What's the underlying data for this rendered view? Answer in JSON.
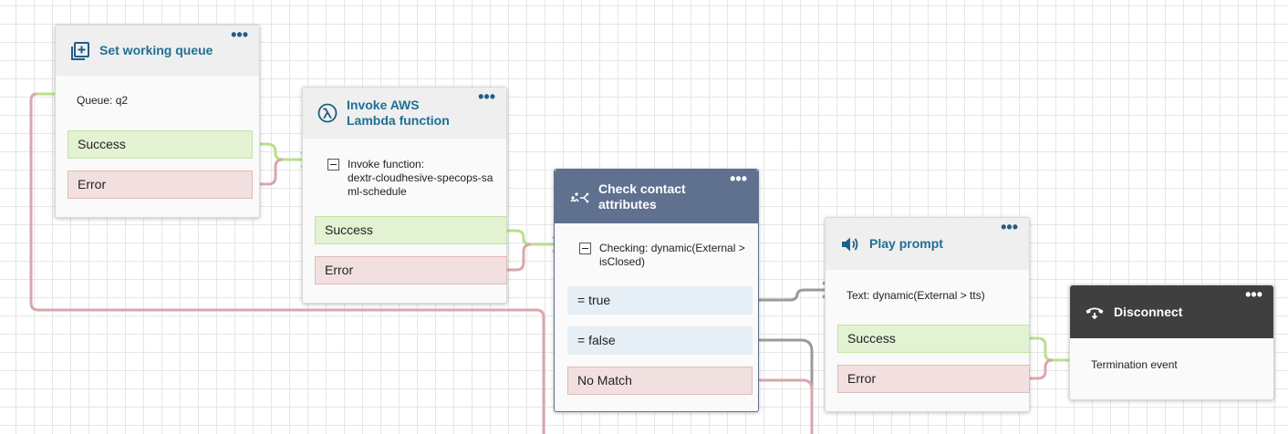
{
  "blocks": {
    "set_queue": {
      "title": "Set working queue",
      "icon": "add-square-icon",
      "detail": "Queue: q2",
      "success_label": "Success",
      "error_label": "Error"
    },
    "lambda": {
      "title": "Invoke AWS Lambda function",
      "icon": "lambda-icon",
      "detail_label": "Invoke function:",
      "detail_value_1": "dextr-cloudhesive-specops-sa",
      "detail_value_2": "ml-schedule",
      "success_label": "Success",
      "error_label": "Error"
    },
    "check": {
      "title": "Check contact attributes",
      "icon": "check-attributes-icon",
      "detail_1": "Checking: dynamic(External >",
      "detail_2": "isClosed)",
      "branch_true": "= true",
      "branch_false": "= false",
      "branch_nomatch": "No Match"
    },
    "play": {
      "title": "Play prompt",
      "icon": "speaker-icon",
      "detail": "Text: dynamic(External > tts)",
      "success_label": "Success",
      "error_label": "Error"
    },
    "disconnect": {
      "title": "Disconnect",
      "icon": "hang-up-icon",
      "detail": "Termination event"
    }
  },
  "menu_glyph": "•••",
  "colors": {
    "success_wire": "#b9e08a",
    "error_wire": "#d9a7ad",
    "neutral_wire": "#9a9a9a",
    "title_blue": "#1f6f94",
    "dark_header": "#5f718f",
    "black_header": "#3f3f3f"
  }
}
